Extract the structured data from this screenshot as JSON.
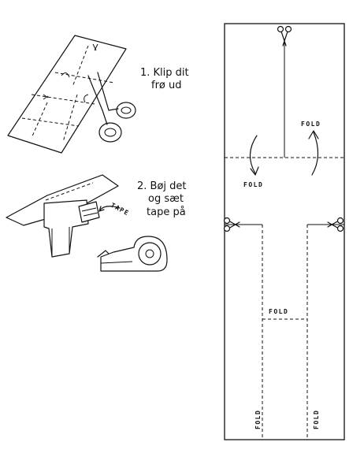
{
  "step1": {
    "line1": "1. Klip dit",
    "line2": "frø ud"
  },
  "step2": {
    "line1": "2. Bøj det",
    "line2": "og sæt",
    "line3": "tape på"
  },
  "tape_label": "TAPE",
  "fold_labels": {
    "top_right": "FOLD",
    "top_left": "FOLD",
    "middle": "FOLD",
    "bottom_left": "FOLD",
    "bottom_right": "FOLD"
  },
  "icons": [
    "scissors-icon",
    "tape-dispenser-icon",
    "fold-arrow-icon"
  ]
}
